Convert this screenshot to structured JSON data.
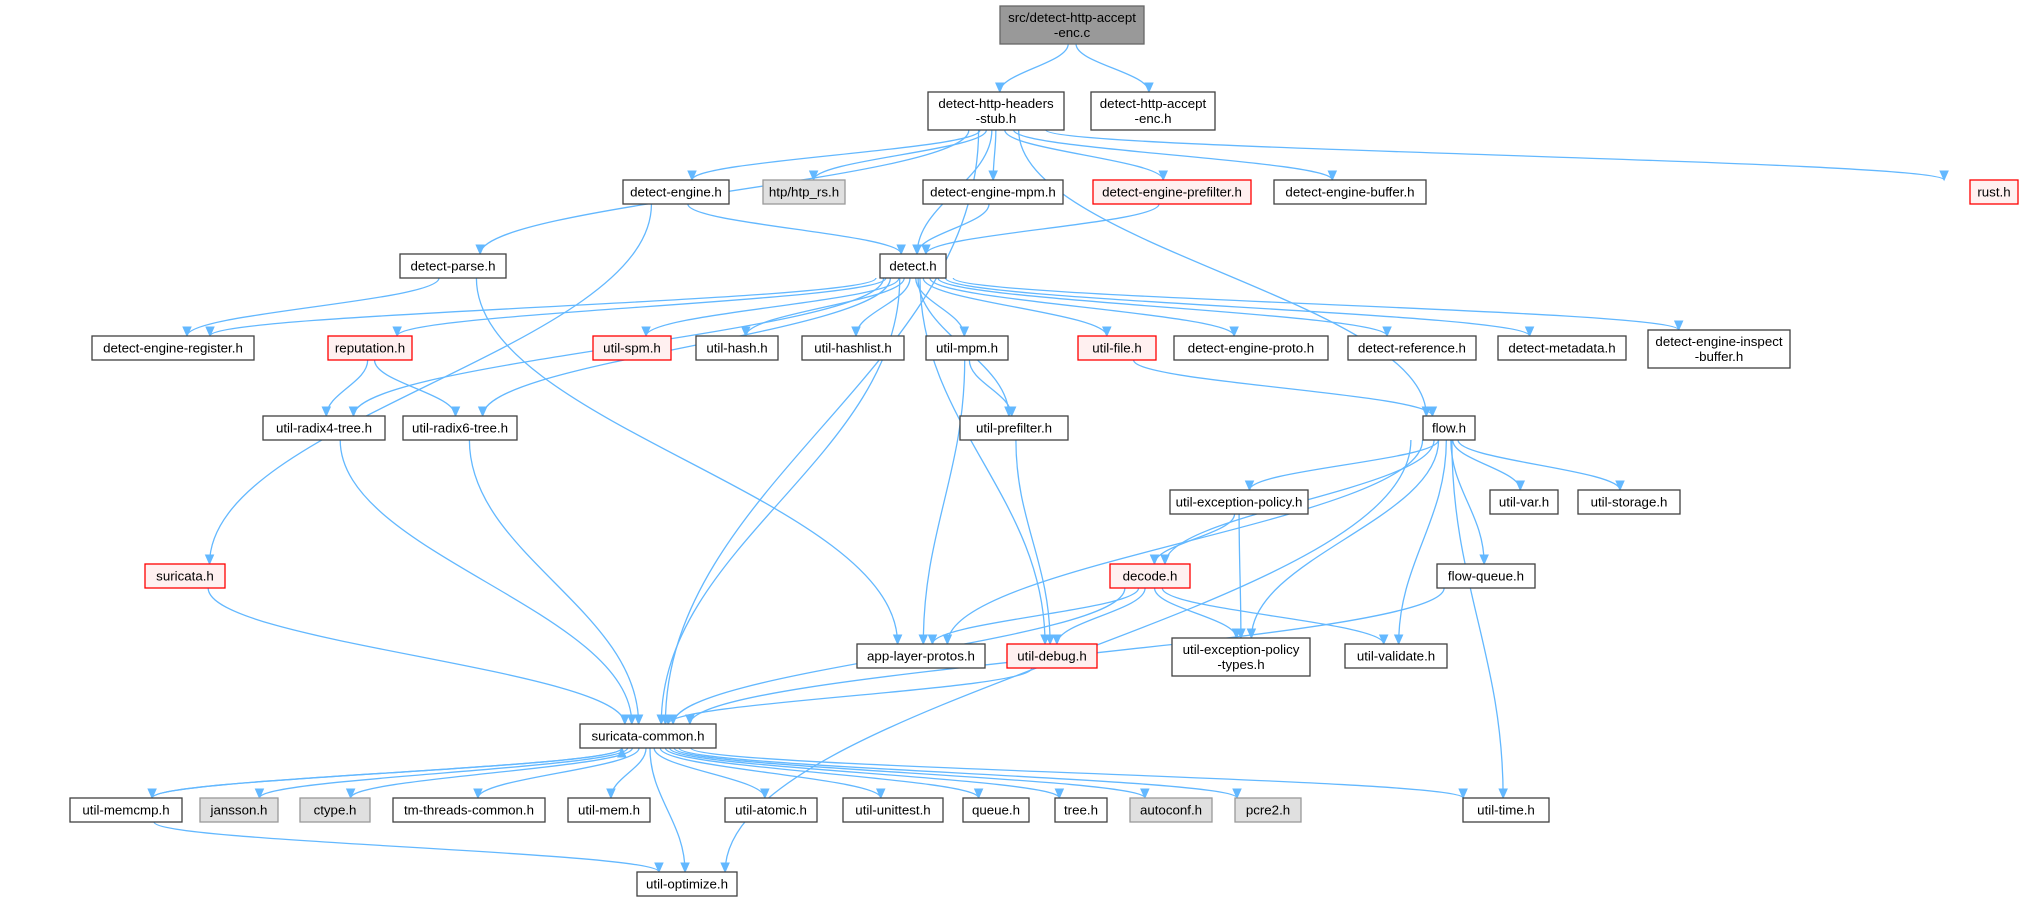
{
  "diagram": {
    "colors": {
      "edge": "#63b8ff",
      "root_fill": "#999999",
      "external_fill": "#e0e0e0",
      "truncated_border": "#ff0000"
    },
    "nodes": [
      {
        "id": "root",
        "lines": [
          "src/detect-http-accept",
          "-enc.c"
        ],
        "kind": "root"
      },
      {
        "id": "headers_stub",
        "lines": [
          "detect-http-headers",
          "-stub.h"
        ],
        "kind": "normal"
      },
      {
        "id": "accept_enc_h",
        "lines": [
          "detect-http-accept",
          "-enc.h"
        ],
        "kind": "normal"
      },
      {
        "id": "detect_engine",
        "lines": [
          "detect-engine.h"
        ],
        "kind": "normal"
      },
      {
        "id": "htp_rs",
        "lines": [
          "htp/htp_rs.h"
        ],
        "kind": "external"
      },
      {
        "id": "detect_engine_mpm",
        "lines": [
          "detect-engine-mpm.h"
        ],
        "kind": "normal"
      },
      {
        "id": "detect_engine_prefilter",
        "lines": [
          "detect-engine-prefilter.h"
        ],
        "kind": "truncated"
      },
      {
        "id": "detect_engine_buffer",
        "lines": [
          "detect-engine-buffer.h"
        ],
        "kind": "normal"
      },
      {
        "id": "rust",
        "lines": [
          "rust.h"
        ],
        "kind": "truncated"
      },
      {
        "id": "detect_parse",
        "lines": [
          "detect-parse.h"
        ],
        "kind": "normal"
      },
      {
        "id": "detect",
        "lines": [
          "detect.h"
        ],
        "kind": "normal"
      },
      {
        "id": "detect_engine_register",
        "lines": [
          "detect-engine-register.h"
        ],
        "kind": "normal"
      },
      {
        "id": "reputation",
        "lines": [
          "reputation.h"
        ],
        "kind": "truncated"
      },
      {
        "id": "util_spm",
        "lines": [
          "util-spm.h"
        ],
        "kind": "truncated"
      },
      {
        "id": "util_hash",
        "lines": [
          "util-hash.h"
        ],
        "kind": "normal"
      },
      {
        "id": "util_hashlist",
        "lines": [
          "util-hashlist.h"
        ],
        "kind": "normal"
      },
      {
        "id": "util_mpm",
        "lines": [
          "util-mpm.h"
        ],
        "kind": "normal"
      },
      {
        "id": "util_file",
        "lines": [
          "util-file.h"
        ],
        "kind": "truncated"
      },
      {
        "id": "detect_engine_proto",
        "lines": [
          "detect-engine-proto.h"
        ],
        "kind": "normal"
      },
      {
        "id": "detect_reference",
        "lines": [
          "detect-reference.h"
        ],
        "kind": "normal"
      },
      {
        "id": "detect_metadata",
        "lines": [
          "detect-metadata.h"
        ],
        "kind": "normal"
      },
      {
        "id": "detect_engine_inspect",
        "lines": [
          "detect-engine-inspect",
          "-buffer.h"
        ],
        "kind": "normal"
      },
      {
        "id": "util_radix4",
        "lines": [
          "util-radix4-tree.h"
        ],
        "kind": "normal"
      },
      {
        "id": "util_radix6",
        "lines": [
          "util-radix6-tree.h"
        ],
        "kind": "normal"
      },
      {
        "id": "util_prefilter",
        "lines": [
          "util-prefilter.h"
        ],
        "kind": "normal"
      },
      {
        "id": "flow",
        "lines": [
          "flow.h"
        ],
        "kind": "normal"
      },
      {
        "id": "util_exception_policy",
        "lines": [
          "util-exception-policy.h"
        ],
        "kind": "normal"
      },
      {
        "id": "util_var",
        "lines": [
          "util-var.h"
        ],
        "kind": "normal"
      },
      {
        "id": "util_storage",
        "lines": [
          "util-storage.h"
        ],
        "kind": "normal"
      },
      {
        "id": "suricata",
        "lines": [
          "suricata.h"
        ],
        "kind": "truncated"
      },
      {
        "id": "decode",
        "lines": [
          "decode.h"
        ],
        "kind": "truncated"
      },
      {
        "id": "flow_queue",
        "lines": [
          "flow-queue.h"
        ],
        "kind": "normal"
      },
      {
        "id": "app_layer_protos",
        "lines": [
          "app-layer-protos.h"
        ],
        "kind": "normal"
      },
      {
        "id": "util_debug",
        "lines": [
          "util-debug.h"
        ],
        "kind": "truncated"
      },
      {
        "id": "util_exception_policy_types",
        "lines": [
          "util-exception-policy",
          "-types.h"
        ],
        "kind": "normal"
      },
      {
        "id": "util_validate",
        "lines": [
          "util-validate.h"
        ],
        "kind": "normal"
      },
      {
        "id": "suricata_common",
        "lines": [
          "suricata-common.h"
        ],
        "kind": "normal"
      },
      {
        "id": "util_memcmp",
        "lines": [
          "util-memcmp.h"
        ],
        "kind": "normal"
      },
      {
        "id": "jansson",
        "lines": [
          "jansson.h"
        ],
        "kind": "external"
      },
      {
        "id": "ctype",
        "lines": [
          "ctype.h"
        ],
        "kind": "external"
      },
      {
        "id": "tm_threads_common",
        "lines": [
          "tm-threads-common.h"
        ],
        "kind": "normal"
      },
      {
        "id": "util_mem",
        "lines": [
          "util-mem.h"
        ],
        "kind": "normal"
      },
      {
        "id": "util_atomic",
        "lines": [
          "util-atomic.h"
        ],
        "kind": "normal"
      },
      {
        "id": "util_unittest",
        "lines": [
          "util-unittest.h"
        ],
        "kind": "normal"
      },
      {
        "id": "queue",
        "lines": [
          "queue.h"
        ],
        "kind": "normal"
      },
      {
        "id": "tree",
        "lines": [
          "tree.h"
        ],
        "kind": "normal"
      },
      {
        "id": "autoconf",
        "lines": [
          "autoconf.h"
        ],
        "kind": "external"
      },
      {
        "id": "pcre2",
        "lines": [
          "pcre2.h"
        ],
        "kind": "external"
      },
      {
        "id": "util_time",
        "lines": [
          "util-time.h"
        ],
        "kind": "normal"
      },
      {
        "id": "util_optimize",
        "lines": [
          "util-optimize.h"
        ],
        "kind": "normal"
      }
    ],
    "edges": [
      [
        "root",
        "headers_stub"
      ],
      [
        "root",
        "accept_enc_h"
      ],
      [
        "headers_stub",
        "detect_engine"
      ],
      [
        "headers_stub",
        "htp_rs"
      ],
      [
        "headers_stub",
        "detect_engine_mpm"
      ],
      [
        "headers_stub",
        "detect_engine_prefilter"
      ],
      [
        "headers_stub",
        "detect_engine_buffer"
      ],
      [
        "headers_stub",
        "rust"
      ],
      [
        "headers_stub",
        "detect_parse"
      ],
      [
        "headers_stub",
        "detect"
      ],
      [
        "headers_stub",
        "suricata_common"
      ],
      [
        "headers_stub",
        "flow"
      ],
      [
        "detect_engine",
        "detect"
      ],
      [
        "detect_engine",
        "suricata"
      ],
      [
        "detect_engine_mpm",
        "detect"
      ],
      [
        "detect_engine_prefilter",
        "detect"
      ],
      [
        "detect_parse",
        "detect_engine_register"
      ],
      [
        "detect_parse",
        "app_layer_protos"
      ],
      [
        "detect",
        "detect_engine_register"
      ],
      [
        "detect",
        "reputation"
      ],
      [
        "detect",
        "util_spm"
      ],
      [
        "detect",
        "util_hash"
      ],
      [
        "detect",
        "util_hashlist"
      ],
      [
        "detect",
        "util_mpm"
      ],
      [
        "detect",
        "util_file"
      ],
      [
        "detect",
        "detect_engine_proto"
      ],
      [
        "detect",
        "detect_reference"
      ],
      [
        "detect",
        "detect_metadata"
      ],
      [
        "detect",
        "detect_engine_inspect"
      ],
      [
        "detect",
        "util_radix4"
      ],
      [
        "detect",
        "util_radix6"
      ],
      [
        "detect",
        "util_prefilter"
      ],
      [
        "detect",
        "suricata_common"
      ],
      [
        "detect",
        "util_debug"
      ],
      [
        "reputation",
        "util_radix4"
      ],
      [
        "reputation",
        "util_radix6"
      ],
      [
        "util_mpm",
        "util_prefilter"
      ],
      [
        "util_mpm",
        "app_layer_protos"
      ],
      [
        "util_file",
        "flow"
      ],
      [
        "util_prefilter",
        "util_debug"
      ],
      [
        "util_radix4",
        "suricata_common"
      ],
      [
        "util_radix6",
        "suricata_common"
      ],
      [
        "flow",
        "util_exception_policy"
      ],
      [
        "flow",
        "util_var"
      ],
      [
        "flow",
        "util_storage"
      ],
      [
        "flow",
        "decode"
      ],
      [
        "flow",
        "flow_queue"
      ],
      [
        "flow",
        "app_layer_protos"
      ],
      [
        "flow",
        "util_exception_policy_types"
      ],
      [
        "flow",
        "util_validate"
      ],
      [
        "flow",
        "util_time"
      ],
      [
        "flow",
        "util_optimize"
      ],
      [
        "util_exception_policy",
        "decode"
      ],
      [
        "util_exception_policy",
        "util_exception_policy_types"
      ],
      [
        "suricata",
        "suricata_common"
      ],
      [
        "decode",
        "app_layer_protos"
      ],
      [
        "decode",
        "util_debug"
      ],
      [
        "decode",
        "util_exception_policy_types"
      ],
      [
        "decode",
        "util_validate"
      ],
      [
        "decode",
        "suricata_common"
      ],
      [
        "flow_queue",
        "suricata_common"
      ],
      [
        "util_debug",
        "suricata_common"
      ],
      [
        "suricata_common",
        "util_memcmp"
      ],
      [
        "suricata_common",
        "jansson"
      ],
      [
        "suricata_common",
        "ctype"
      ],
      [
        "suricata_common",
        "tm_threads_common"
      ],
      [
        "suricata_common",
        "util_mem"
      ],
      [
        "suricata_common",
        "util_atomic"
      ],
      [
        "suricata_common",
        "util_unittest"
      ],
      [
        "suricata_common",
        "queue"
      ],
      [
        "suricata_common",
        "tree"
      ],
      [
        "suricata_common",
        "autoconf"
      ],
      [
        "suricata_common",
        "pcre2"
      ],
      [
        "suricata_common",
        "util_time"
      ],
      [
        "suricata_common",
        "util_optimize"
      ],
      [
        "util_memcmp",
        "suricata_common"
      ],
      [
        "util_memcmp",
        "util_optimize"
      ]
    ]
  }
}
